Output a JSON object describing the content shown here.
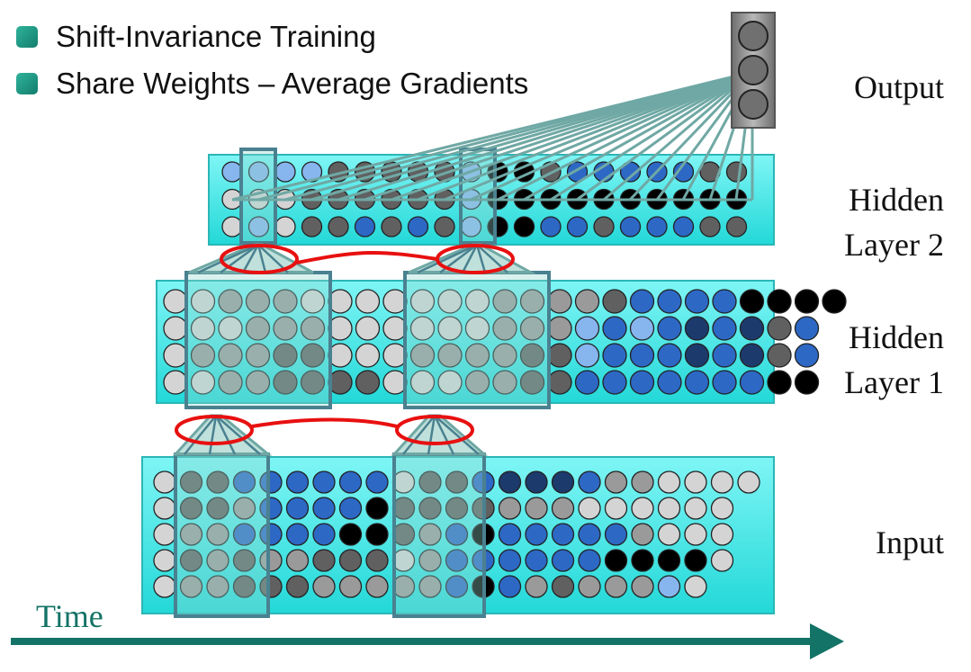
{
  "bullets": [
    "Shift-Invariance Training",
    "Share Weights – Average Gradients"
  ],
  "labels": {
    "output": "Output",
    "hidden2_line1": "Hidden",
    "hidden2_line2": "Layer 2",
    "hidden1_line1": "Hidden",
    "hidden1_line2": "Layer 1",
    "input": "Input",
    "time": "Time"
  },
  "colors": {
    "layer_fill": "#33e3e3",
    "window_stroke": "#4a8190",
    "tie_ellipse": "#e81010",
    "arrow": "#137366",
    "bullet": "#1a9a86"
  }
}
